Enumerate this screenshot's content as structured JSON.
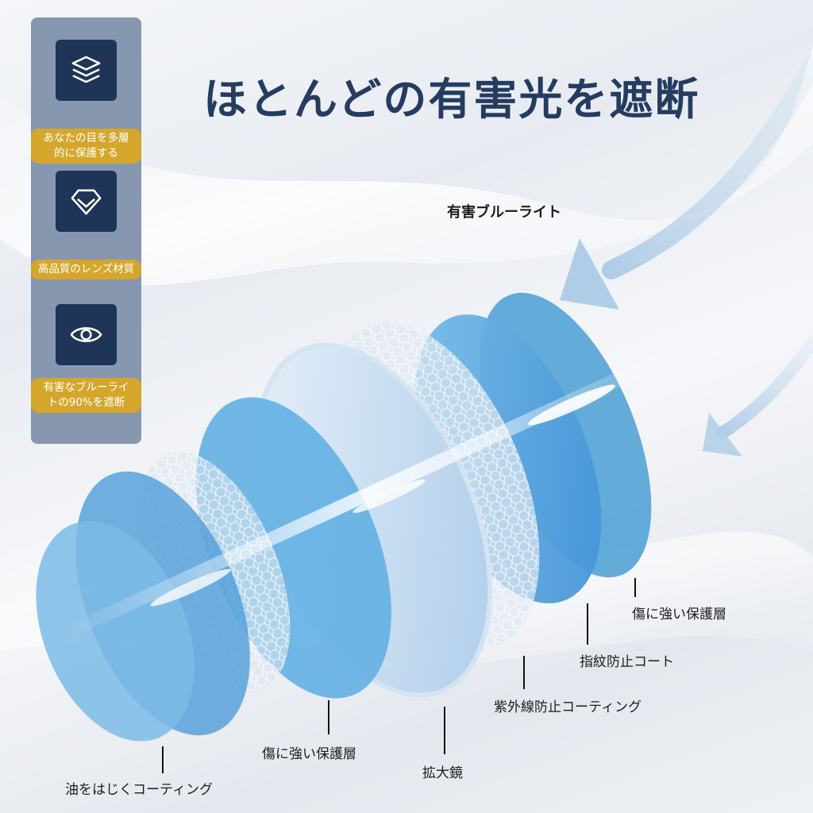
{
  "headline": "ほとんどの有害光を遮断",
  "features": [
    {
      "icon": "layers-icon",
      "lines": [
        "あなたの目を多層",
        "的に保護する"
      ]
    },
    {
      "icon": "diamond-icon",
      "lines": [
        "高品質のレンズ材質"
      ]
    },
    {
      "icon": "eye-icon",
      "lines": [
        "有害なブルーライ",
        "トの90%を遮断"
      ]
    }
  ],
  "incoming_label": "有害ブルーライト",
  "layers": {
    "oil_coating": "油をはじくコーティング",
    "protective_front": "傷に強い保護層",
    "magnifier": "拡大鏡",
    "uv_coating": "紫外線防止コーティング",
    "anti_fingerprint": "指紋防止コート",
    "protective_back": "傷に強い保護層"
  },
  "colors": {
    "panel": "#8797af",
    "icon_box": "#1e3558",
    "pill": "#d4a72c",
    "headline": "#253c60"
  }
}
